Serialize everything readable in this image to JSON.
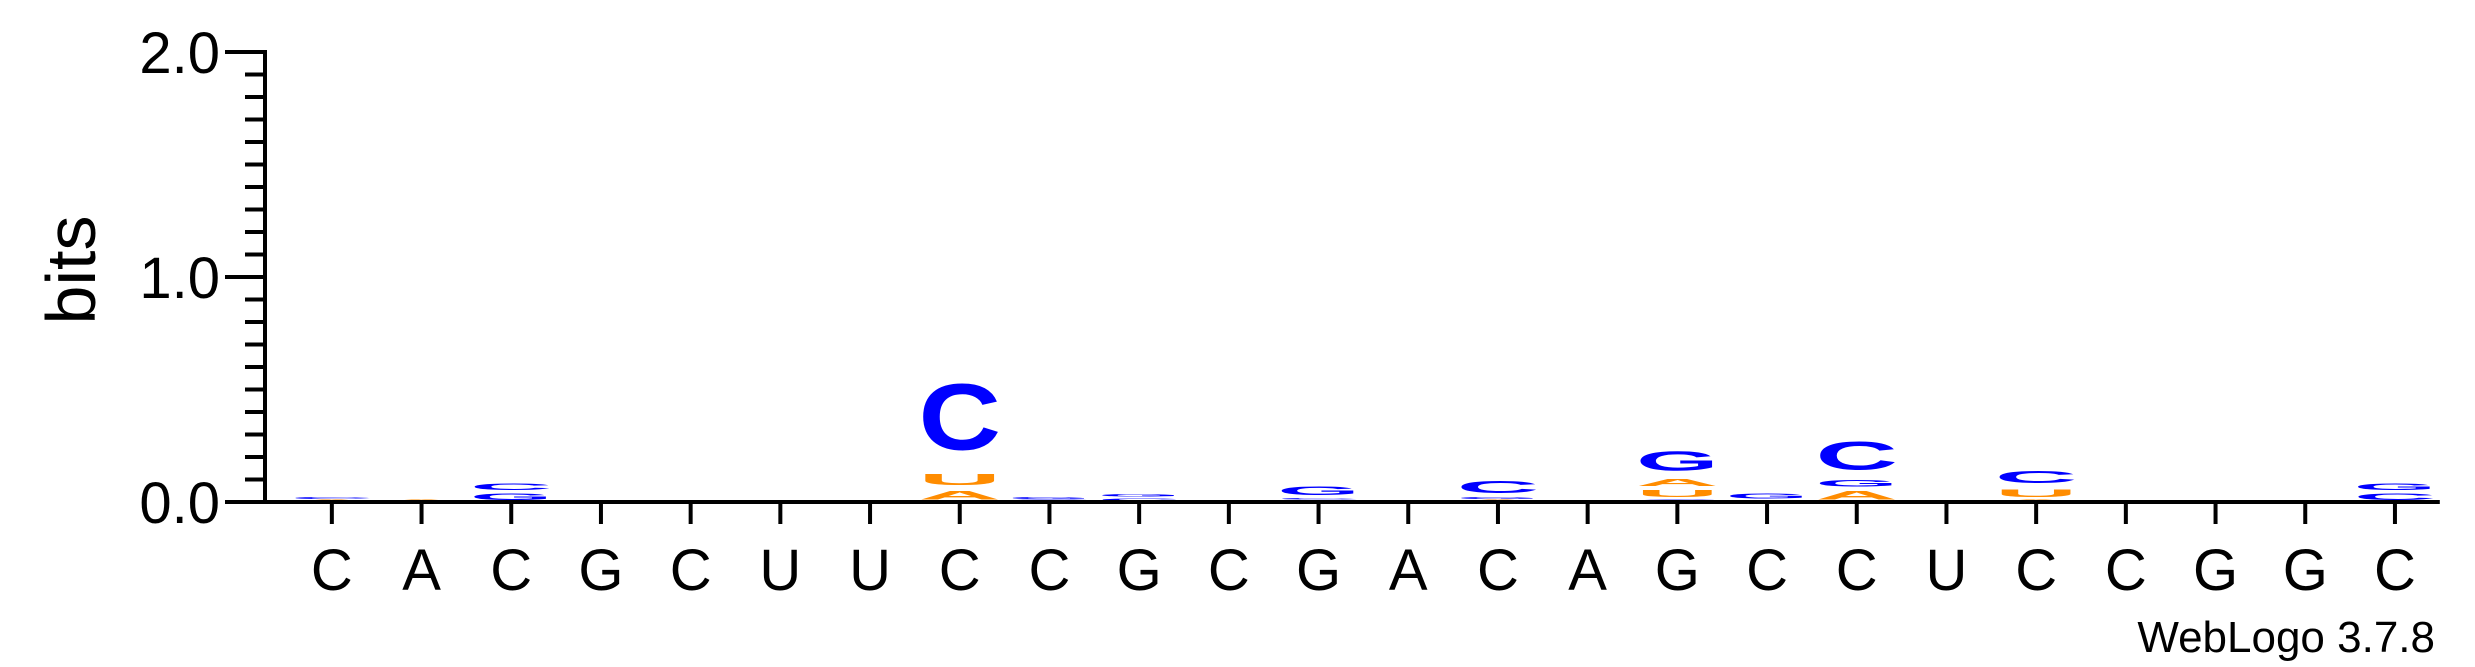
{
  "chart_data": {
    "type": "sequence-logo",
    "title": "",
    "ylabel": "bits",
    "ylim": [
      0,
      2.0
    ],
    "yticks": [
      "0.0",
      "1.0",
      "2.0"
    ],
    "sequence": [
      "C",
      "A",
      "C",
      "G",
      "C",
      "U",
      "U",
      "C",
      "C",
      "G",
      "C",
      "G",
      "A",
      "C",
      "A",
      "G",
      "C",
      "C",
      "U",
      "C",
      "C",
      "G",
      "G",
      "C"
    ],
    "colors": {
      "C": "#0000ff",
      "G": "#0000ff",
      "A": "#ff8c00",
      "U": "#ff8c00"
    },
    "columns": [
      [
        {
          "l": "A",
          "v": 0.012
        },
        {
          "l": "C",
          "v": 0.012
        }
      ],
      [
        {
          "l": "A",
          "v": 0.012
        }
      ],
      [
        {
          "l": "G",
          "v": 0.045
        },
        {
          "l": "C",
          "v": 0.045
        }
      ],
      [
        {
          "l": "C",
          "v": 0.01
        }
      ],
      [],
      [],
      [
        {
          "l": "C",
          "v": 0.008
        }
      ],
      [
        {
          "l": "A",
          "v": 0.06
        },
        {
          "l": "U",
          "v": 0.08
        },
        {
          "l": "C",
          "v": 0.47
        }
      ],
      [
        {
          "l": "C",
          "v": 0.012
        },
        {
          "l": "G",
          "v": 0.012
        }
      ],
      [
        {
          "l": "C",
          "v": 0.02
        },
        {
          "l": "G",
          "v": 0.02
        }
      ],
      [
        {
          "l": "C",
          "v": 0.008
        }
      ],
      [
        {
          "l": "A",
          "v": 0.01
        },
        {
          "l": "C",
          "v": 0.01
        },
        {
          "l": "G",
          "v": 0.06
        }
      ],
      [],
      [
        {
          "l": "A",
          "v": 0.012
        },
        {
          "l": "G",
          "v": 0.012
        },
        {
          "l": "C",
          "v": 0.085
        }
      ],
      [],
      [
        {
          "l": "C",
          "v": 0.012
        },
        {
          "l": "U",
          "v": 0.05
        },
        {
          "l": "A",
          "v": 0.05
        },
        {
          "l": "G",
          "v": 0.14
        }
      ],
      [
        {
          "l": "C",
          "v": 0.008
        },
        {
          "l": "G",
          "v": 0.035
        }
      ],
      [
        {
          "l": "A",
          "v": 0.06
        },
        {
          "l": "G",
          "v": 0.045
        },
        {
          "l": "C",
          "v": 0.2
        }
      ],
      [],
      [
        {
          "l": "A",
          "v": 0.012
        },
        {
          "l": "U",
          "v": 0.055
        },
        {
          "l": "C",
          "v": 0.085
        }
      ],
      [
        {
          "l": "A",
          "v": 0.008
        }
      ],
      [
        {
          "l": "C",
          "v": 0.008
        }
      ],
      [],
      [
        {
          "l": "C",
          "v": 0.045
        },
        {
          "l": "G",
          "v": 0.045
        }
      ]
    ],
    "credit": "WebLogo 3.7.8"
  }
}
